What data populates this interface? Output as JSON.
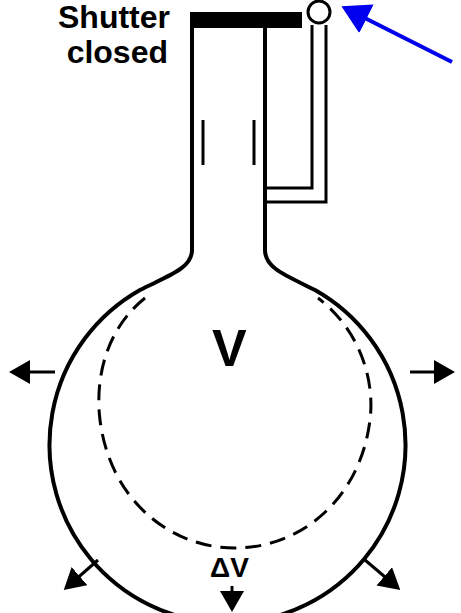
{
  "diagram": {
    "labels": [
      "Shutter closed",
      "V",
      "ΔV"
    ]
  }
}
